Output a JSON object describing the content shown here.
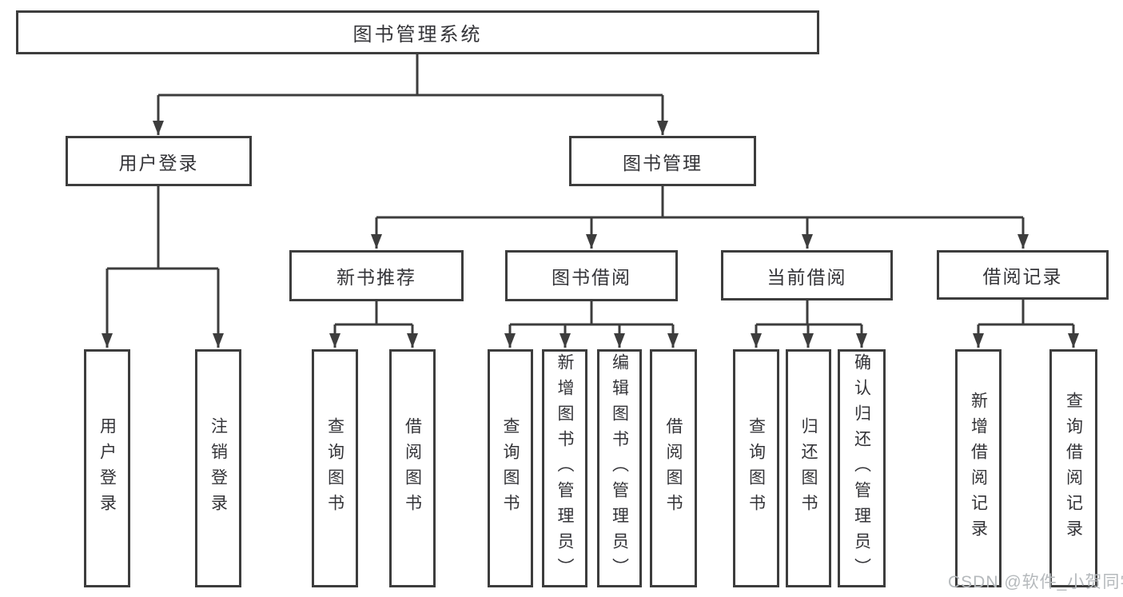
{
  "diagram_type": "hierarchy-flowchart",
  "nodes": {
    "root": {
      "label": "图书管理系统"
    },
    "user_login": {
      "label": "用户登录",
      "children": {
        "login": {
          "label": "用户登录"
        },
        "logout": {
          "label": "注销登录"
        }
      }
    },
    "book_mgmt": {
      "label": "图书管理",
      "children": {
        "recommend": {
          "label": "新书推荐",
          "children": {
            "query_books": {
              "label": "查询图书"
            },
            "borrow_books": {
              "label": "借阅图书"
            }
          }
        },
        "borrowing": {
          "label": "图书借阅",
          "children": {
            "query_books": {
              "label": "查询图书"
            },
            "add_books": {
              "label": "新增图书（管理员）"
            },
            "edit_books": {
              "label": "编辑图书（管理员）"
            },
            "borrow_books": {
              "label": "借阅图书"
            }
          }
        },
        "current": {
          "label": "当前借阅",
          "children": {
            "query_books": {
              "label": "查询图书"
            },
            "return_books": {
              "label": "归还图书"
            },
            "confirm_return": {
              "label": "确认归还（管理员）"
            }
          }
        },
        "records": {
          "label": "借阅记录",
          "children": {
            "add_record": {
              "label": "新增借阅记录"
            },
            "query_record": {
              "label": "查询借阅记录"
            }
          }
        }
      }
    }
  },
  "watermark": {
    "text": "CSDN @软件_小贺同学"
  },
  "colors": {
    "line": "#3d3d3d",
    "box_border": "#3d3d3d",
    "text": "#343438",
    "watermark": "#b5b9bc",
    "background": "#ffffff"
  }
}
